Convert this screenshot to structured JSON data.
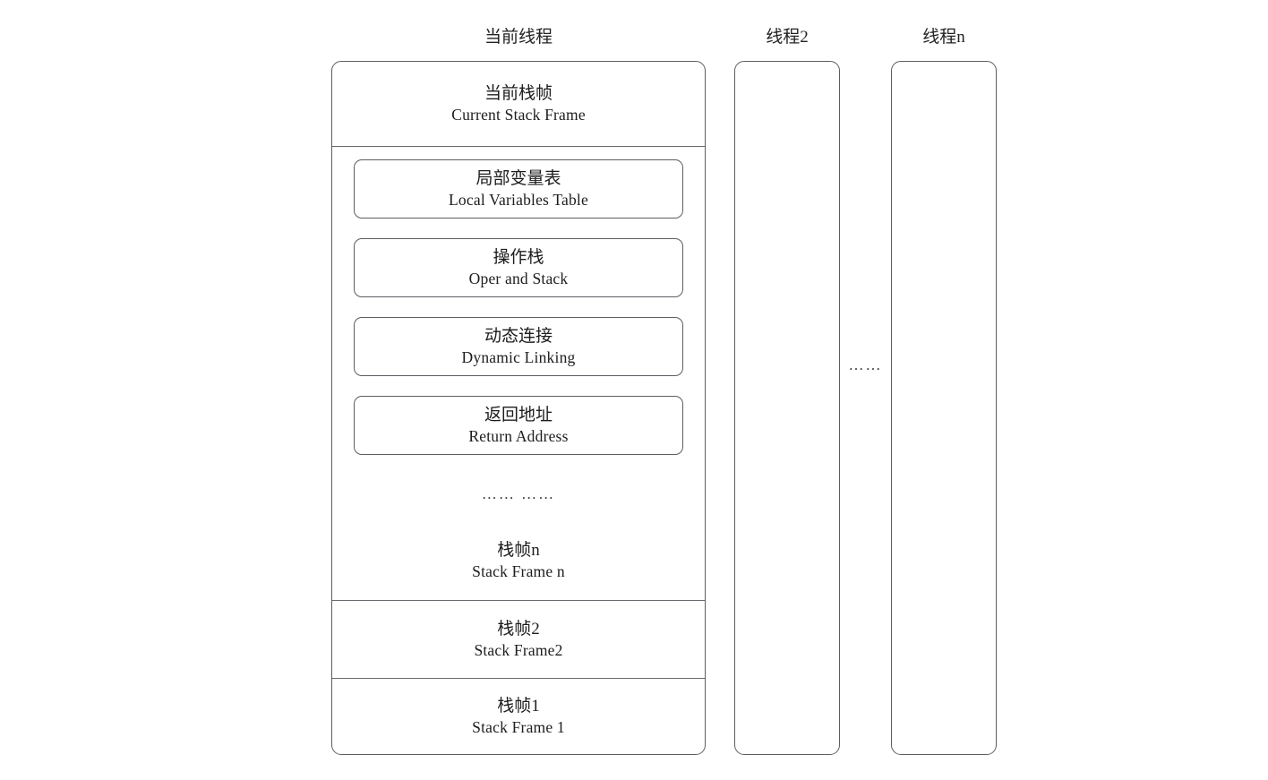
{
  "diagram": {
    "columns": {
      "current_thread_title": "当前线程",
      "thread2_title": "线程2",
      "threadn_title": "线程n"
    },
    "current_frame": {
      "cn": "当前栈帧",
      "en": "Current Stack Frame"
    },
    "frame_details": [
      {
        "cn": "局部变量表",
        "en": "Local Variables Table"
      },
      {
        "cn": "操作栈",
        "en": "Oper and Stack"
      },
      {
        "cn": "动态连接",
        "en": "Dynamic Linking"
      },
      {
        "cn": "返回地址",
        "en": "Return Address"
      }
    ],
    "details_ellipsis": "…… ……",
    "threads_ellipsis": "……",
    "stack_frames": [
      {
        "cn": "栈帧n",
        "en": "Stack Frame n"
      },
      {
        "cn": "栈帧2",
        "en": "Stack Frame2"
      },
      {
        "cn": "栈帧1",
        "en": "Stack Frame 1"
      }
    ],
    "colors": {
      "background": "#ffffff",
      "border": "#5d5d63",
      "divider": "#6a6a70",
      "text": "#1d1d1d"
    }
  }
}
